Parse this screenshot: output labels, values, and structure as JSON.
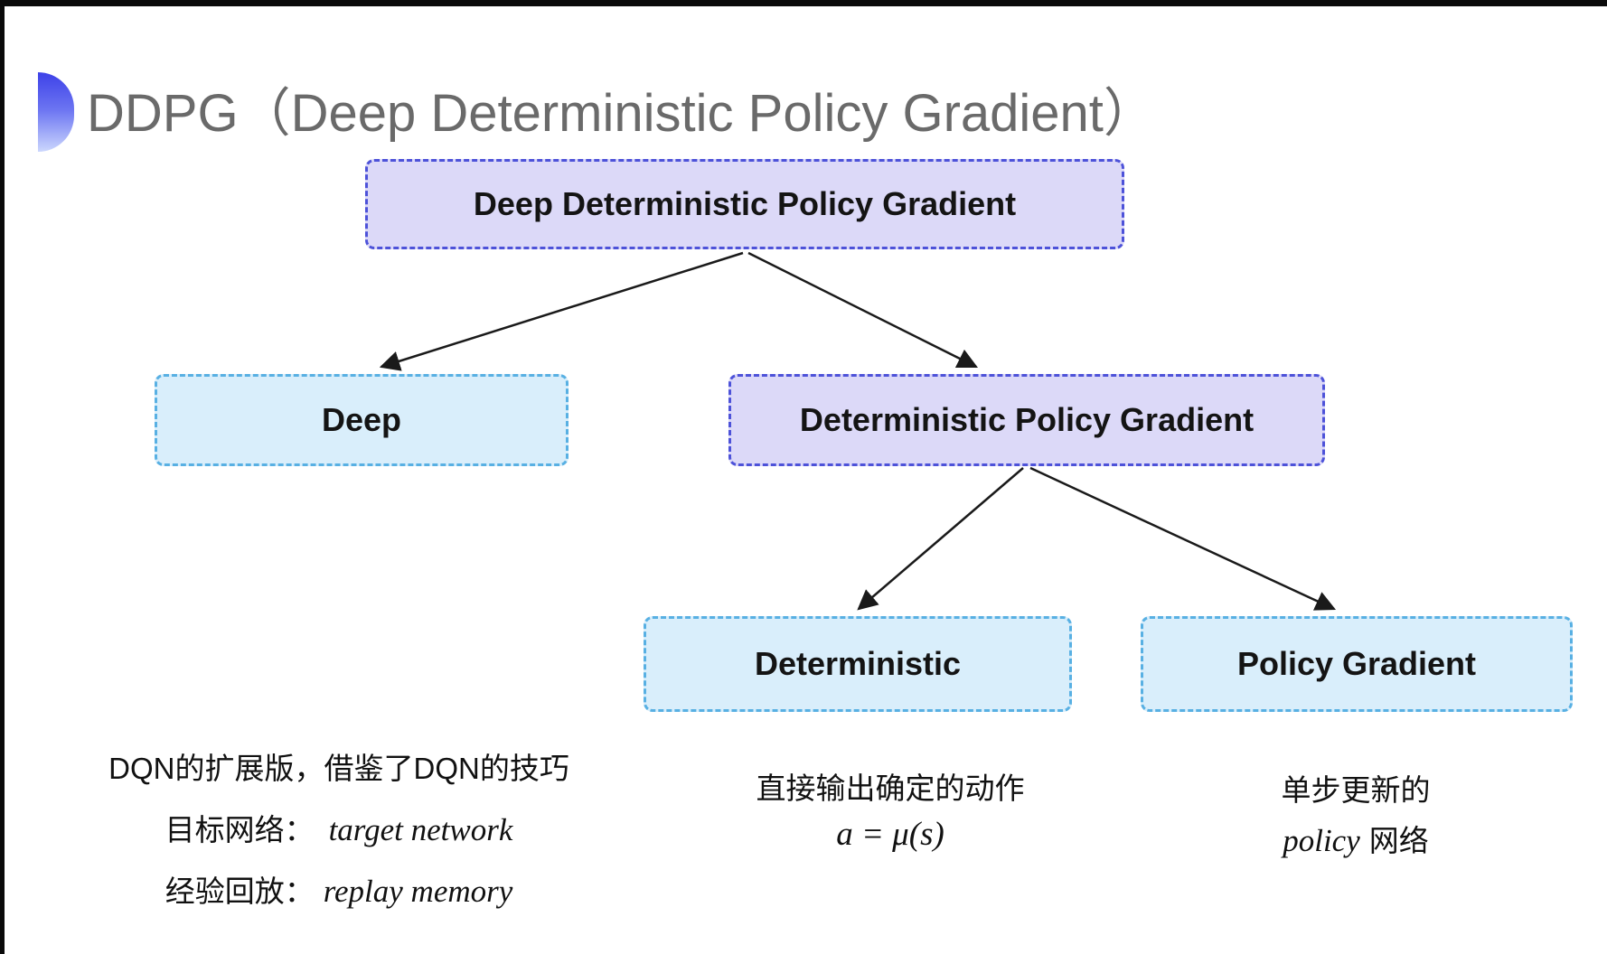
{
  "title": {
    "text": "DDPG（Deep Deterministic Policy Gradient）"
  },
  "colors": {
    "purple_box_fill": "#dcd9f8",
    "purple_box_border": "#4d52d9",
    "cyan_box_fill": "#d9eefb",
    "cyan_box_border": "#58b0e3",
    "title_gray": "#6a6a6a",
    "bullet_blue_top": "#3d41e8",
    "bullet_blue_bottom": "#ccd7fd",
    "arrow_black": "#1a1a1a"
  },
  "boxes": {
    "root": {
      "label": "Deep Deterministic Policy Gradient",
      "variant": "purple"
    },
    "deep": {
      "label": "Deep",
      "variant": "cyan"
    },
    "dpg": {
      "label": "Deterministic Policy Gradient",
      "variant": "purple"
    },
    "deterministic": {
      "label": "Deterministic",
      "variant": "cyan"
    },
    "policy_gradient": {
      "label": "Policy Gradient",
      "variant": "cyan"
    }
  },
  "annotations": {
    "left": {
      "line1": "DQN的扩展版，借鉴了DQN的技巧",
      "line2_zh": "目标网络：",
      "line2_en": "target network",
      "line3_zh": "经验回放：",
      "line3_en": "replay memory"
    },
    "middle": {
      "line1": "直接输出确定的动作",
      "formula": "a = μ(s)"
    },
    "right": {
      "line1": "单步更新的",
      "line2_en": "policy",
      "line2_zh": "网络"
    }
  }
}
